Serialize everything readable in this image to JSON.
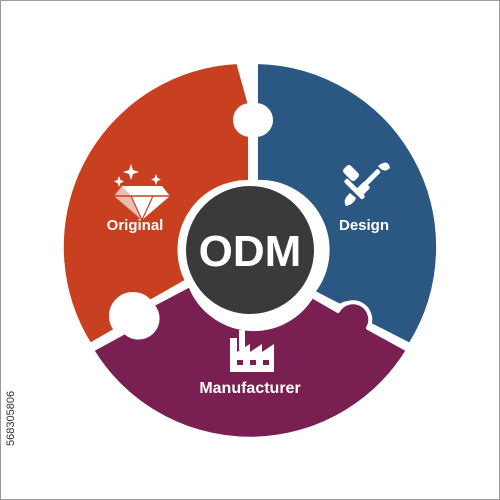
{
  "center": {
    "label": "ODM",
    "color": "#3a3a3a"
  },
  "segments": [
    {
      "label": "Original",
      "color": "#c8401f",
      "icon": "diamond-icon"
    },
    {
      "label": "Design",
      "color": "#2b5883",
      "icon": "tools-icon"
    },
    {
      "label": "Manufacturer",
      "color": "#7a1f52",
      "icon": "factory-icon"
    }
  ],
  "stock_id": "568305806"
}
